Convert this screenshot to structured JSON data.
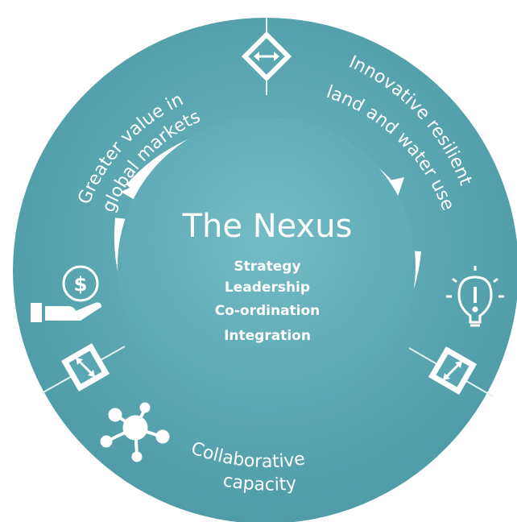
{
  "center": {
    "title": "The Nexus",
    "items": [
      "Strategy",
      "Leadership",
      "Co-ordination",
      "Integration"
    ]
  },
  "segments": {
    "top_left": {
      "line1": "Greater value in",
      "line2": "global markets",
      "icon": "hand-coin-dollar-icon"
    },
    "top_right": {
      "line1": "Innovative resilient",
      "line2": "land and water use",
      "icon": "lightbulb-icon"
    },
    "bottom": {
      "line1": "Collaborative",
      "line2": "capacity",
      "icon": "network-hub-icon"
    }
  },
  "connectors": [
    "diamond-arrow-horizontal-icon",
    "diamond-arrow-diagonal-left-icon",
    "diamond-arrow-diagonal-right-icon"
  ],
  "colors": {
    "ring": "#5aa7b3",
    "ring_dark": "#4b98a4",
    "inner": "#65b2bd",
    "white_ring": "#ffffff",
    "divider": "#e4f1f3"
  }
}
